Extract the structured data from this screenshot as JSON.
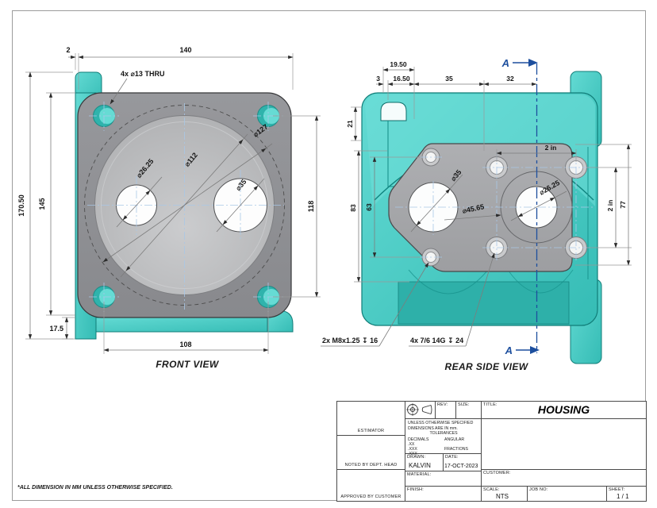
{
  "note": "*ALL DIMENSION IN MM UNLESS OTHERWISE SPECIFIED.",
  "front": {
    "caption": "FRONT VIEW",
    "dim_2": "2",
    "dim_140": "140",
    "dim_170_50": "170.50",
    "dim_145": "145",
    "dim_17_5": "17.5",
    "dim_108": "108",
    "dim_118": "118",
    "hole_note": "4x ⌀13 THRU",
    "dia_26_25": "⌀26.25",
    "dia_112": "⌀112",
    "dia_127": "⌀127",
    "dia_35": "⌀35"
  },
  "rear": {
    "caption": "REAR SIDE VIEW",
    "dim_19_50": "19.50",
    "dim_3": "3",
    "dim_16_50": "16.50",
    "dim_35": "35",
    "dim_32": "32",
    "dim_21": "21",
    "dim_83": "83",
    "dim_63": "63",
    "dim_2in_h": "2 in",
    "dim_2in_v": "2 in",
    "dim_77": "77",
    "dia_35": "⌀35",
    "dia_26_25": "⌀26.25",
    "dia_45_65": "⌀45.65",
    "thread_note_1": "2x M8x1.25 ↧ 16",
    "thread_note_2": "4x 7/6 14G ↧ 24",
    "section_label_top": "A",
    "section_label_bottom": "A"
  },
  "title_block": {
    "rev_label": "REV:",
    "size_label": "SIZE:",
    "title_label": "TITLE:",
    "title": "HOUSING",
    "spec_line1": "UNLESS OTHERWISE SPECIFIED",
    "spec_line2": "DIMENSIONS ARE IN mm.",
    "spec_line3": "TOLERANCES",
    "decimals_label": "DECIMALS",
    "angular_label": "ANGULAR",
    "tol1": ".XX",
    "tol2": ".XXX",
    "tol3": ".XXX",
    "fractions_label": "FRACTIONS",
    "drawn_label": "DRAWN:",
    "drawn_value": "KALVIN",
    "date_label": "DATE:",
    "date_value": "17-OCT-2023",
    "material_label": "MATERIAL:",
    "finish_label": "FINISH:",
    "customer_label": "CUSTOMER:",
    "scale_label": "SCALE:",
    "scale_value": "NTS",
    "job_no_label": "JOB NO:",
    "sheet_label": "SHEET:",
    "sheet_value": "1 / 1",
    "estimator_label": "ESTIMATOR",
    "noted_label": "NOTED BY DEPT. HEAD",
    "approved_label": "APPROVED BY CUSTOMER"
  },
  "colors": {
    "teal": "#4FCDC6",
    "teal_dark": "#23A7A1",
    "gray_plate": "#909298",
    "section_navy": "#1D4F9E"
  }
}
